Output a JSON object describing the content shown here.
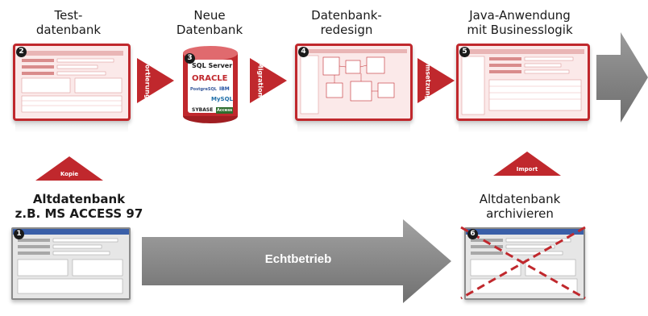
{
  "titles": {
    "test_db": [
      "Test-",
      "datenbank"
    ],
    "new_db": [
      "Neue",
      "Datenbank"
    ],
    "redesign": [
      "Datenbank-",
      "redesign"
    ],
    "java": [
      "Java-Anwendung",
      "mit Businesslogik"
    ],
    "legacy": [
      "Altdatenbank",
      "z.B. MS ACCESS 97"
    ],
    "archive": [
      "Altdatenbank",
      "archivieren"
    ]
  },
  "step_numbers": {
    "legacy": "1",
    "test_db": "2",
    "new_db": "3",
    "redesign": "4",
    "java": "5",
    "archive": "6"
  },
  "arrow_labels": {
    "porting": "Portierung",
    "migration": "Migration",
    "conversion": "Umsetzung"
  },
  "triangle_labels": {
    "copy": "Kopie",
    "import": "Import"
  },
  "big_arrow_label": "Echtbetrieb",
  "db_logos": [
    "SQL Server",
    "ORACLE",
    "PostgreSQL",
    "IBM",
    "MySQL",
    "SYBASE",
    "Access"
  ],
  "colors": {
    "accent_red": "#c0282d",
    "card_pink": "#fbe9e9",
    "gray_arrow": "#8a8a8a",
    "text": "#1a1a1a"
  }
}
